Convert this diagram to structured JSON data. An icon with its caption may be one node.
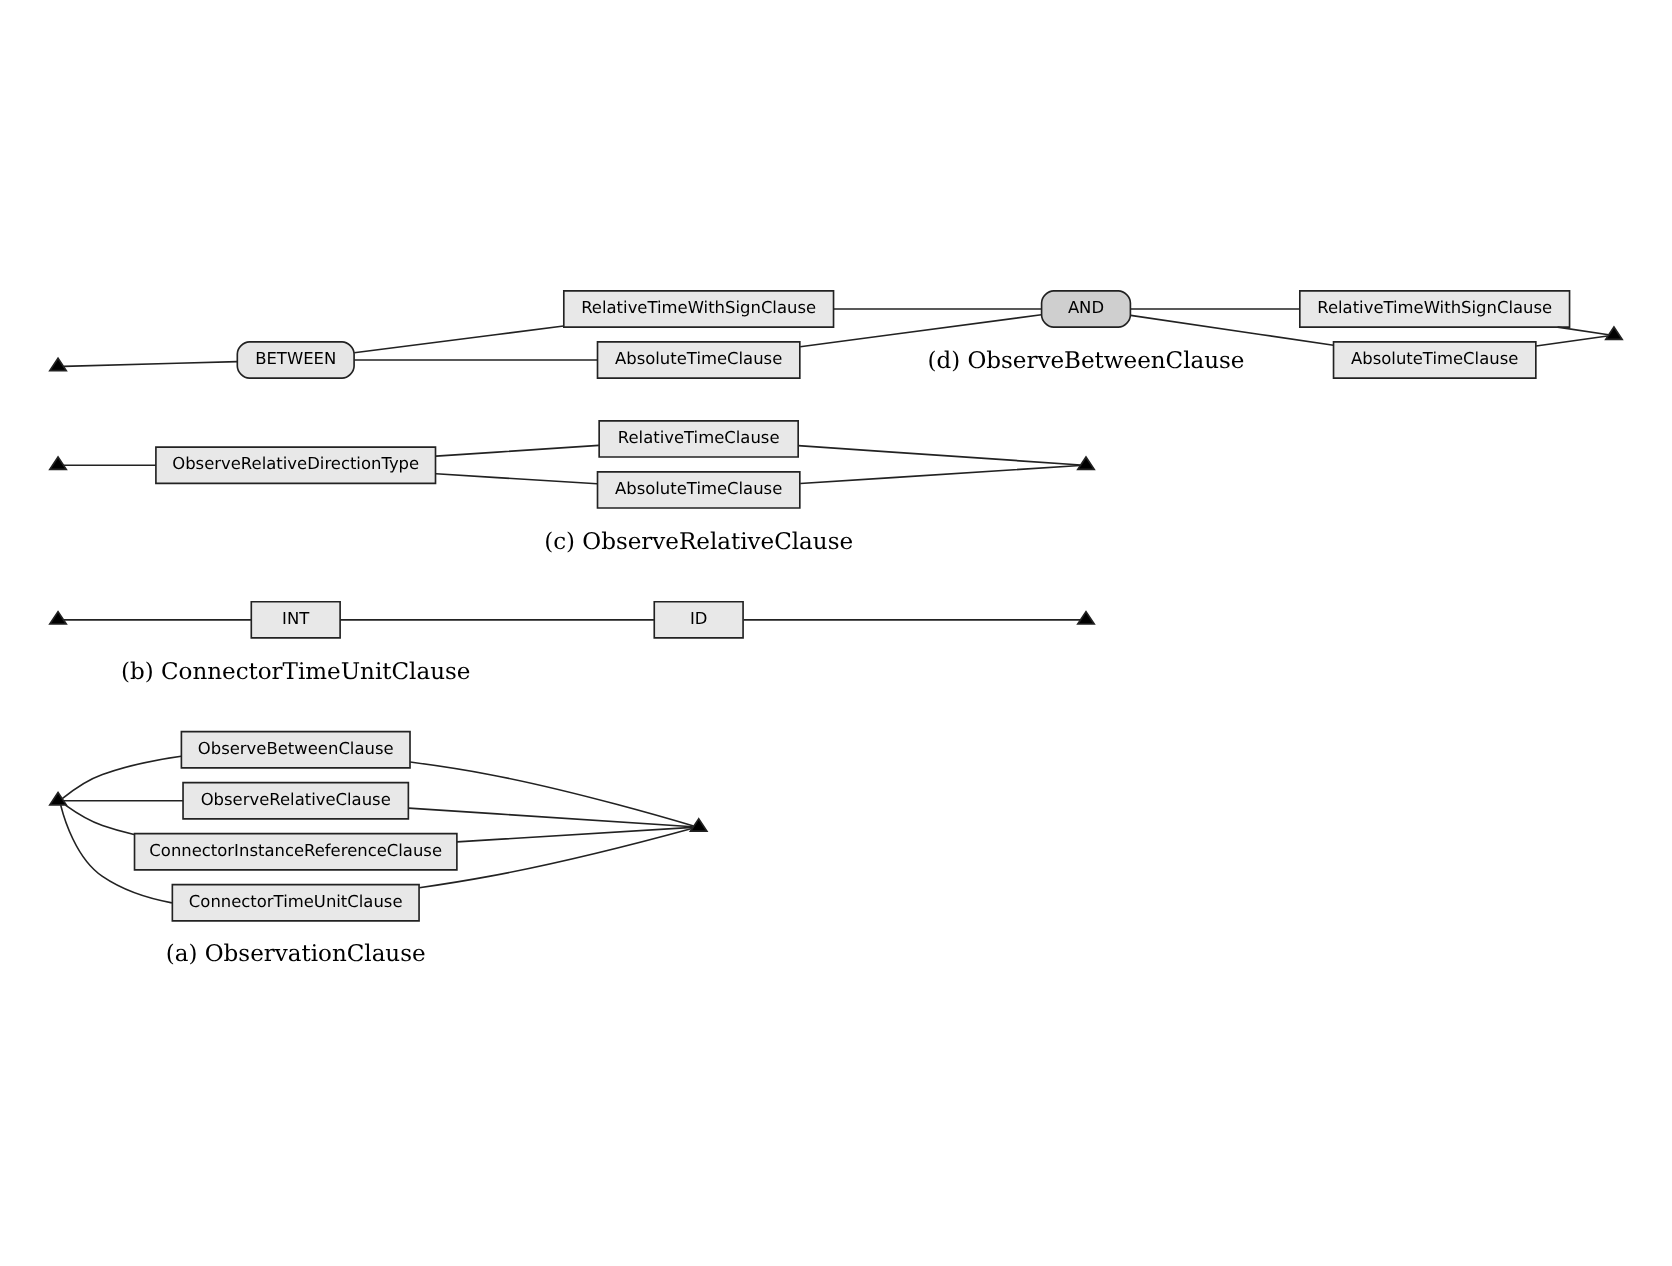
{
  "diagram": {
    "nodes": [
      {
        "text": [],
        "shape": "triangle"
      },
      {
        "text": [
          "ConnectorTimeUnitClause"
        ]
      },
      {
        "text": [
          "ConnectorInstanceReferenceClause"
        ]
      },
      {
        "text": [
          "ObserveRelativeClause"
        ]
      },
      {
        "text": [
          "ObserveBetweenClause"
        ]
      },
      {
        "text": [],
        "shape": "triangle"
      },
      {
        "text": [],
        "shape": "triangle"
      },
      {
        "text": [
          "INT"
        ]
      },
      {
        "text": [
          "ID"
        ]
      },
      {
        "text": [],
        "shape": "triangle"
      },
      {
        "text": [],
        "shape": "triangle"
      },
      {
        "text": [
          "ObserveRelativeDirectionType"
        ]
      },
      {
        "text": [
          "AbsoluteTimeClause"
        ]
      },
      {
        "text": [
          "RelativeTimeClause"
        ]
      },
      {
        "text": [],
        "shape": "triangle"
      },
      {
        "text": [],
        "shape": "triangle"
      },
      {
        "text": [
          "BETWEEN"
        ]
      },
      {
        "text": [
          "AbsoluteTimeClause"
        ]
      },
      {
        "text": [
          "RelativeTimeWithSignClause"
        ]
      },
      {
        "text": [
          "AND"
        ]
      },
      {
        "text": [
          "AbsoluteTimeClause"
        ]
      },
      {
        "text": [
          "RelativeTimeWithSignClause"
        ]
      },
      {
        "text": [],
        "shape": "triangle"
      }
    ],
    "edges": [
      {
        "from": 0,
        "to": 1,
        "arrow": "none"
      },
      {
        "from": 0,
        "to": 2,
        "arrow": "none"
      },
      {
        "from": 0,
        "to": 3,
        "arrow": "none"
      },
      {
        "from": 0,
        "to": 4,
        "arrow": "none"
      },
      {
        "from": 1,
        "to": 5,
        "arrow": "none"
      },
      {
        "from": 2,
        "to": 5,
        "arrow": "none"
      },
      {
        "from": 3,
        "to": 5,
        "arrow": "none"
      },
      {
        "from": 4,
        "to": 5,
        "arrow": "none"
      },
      {
        "from": 6,
        "to": 7,
        "arrow": "none"
      },
      {
        "from": 7,
        "to": 8,
        "arrow": "none"
      },
      {
        "from": 8,
        "to": 9,
        "arrow": "none"
      },
      {
        "from": 10,
        "to": 11,
        "arrow": "none"
      },
      {
        "from": 11,
        "to": 12,
        "arrow": "none"
      },
      {
        "from": 11,
        "to": 13,
        "arrow": "none"
      },
      {
        "from": 12,
        "to": 14,
        "arrow": "none"
      },
      {
        "from": 13,
        "to": 14,
        "arrow": "none"
      },
      {
        "from": 15,
        "to": 16,
        "arrow": "none"
      },
      {
        "from": 16,
        "to": 17,
        "arrow": "none"
      },
      {
        "from": 16,
        "to": 18,
        "arrow": "none"
      },
      {
        "from": 17,
        "to": 19,
        "arrow": "none"
      },
      {
        "from": 18,
        "to": 19,
        "arrow": "none"
      },
      {
        "from": 19,
        "to": 20,
        "arrow": "none"
      },
      {
        "from": 19,
        "to": 21,
        "arrow": "none"
      },
      {
        "from": 20,
        "to": 22,
        "arrow": "none"
      },
      {
        "from": 21,
        "to": 22,
        "arrow": "none"
      }
    ],
    "labels": [
      "(a) ObservationClause",
      "(b) ConnectorTimeUnitClause",
      "(c) ObserveRelativeClause",
      "(d) ObserveBetweenClause"
    ]
  }
}
